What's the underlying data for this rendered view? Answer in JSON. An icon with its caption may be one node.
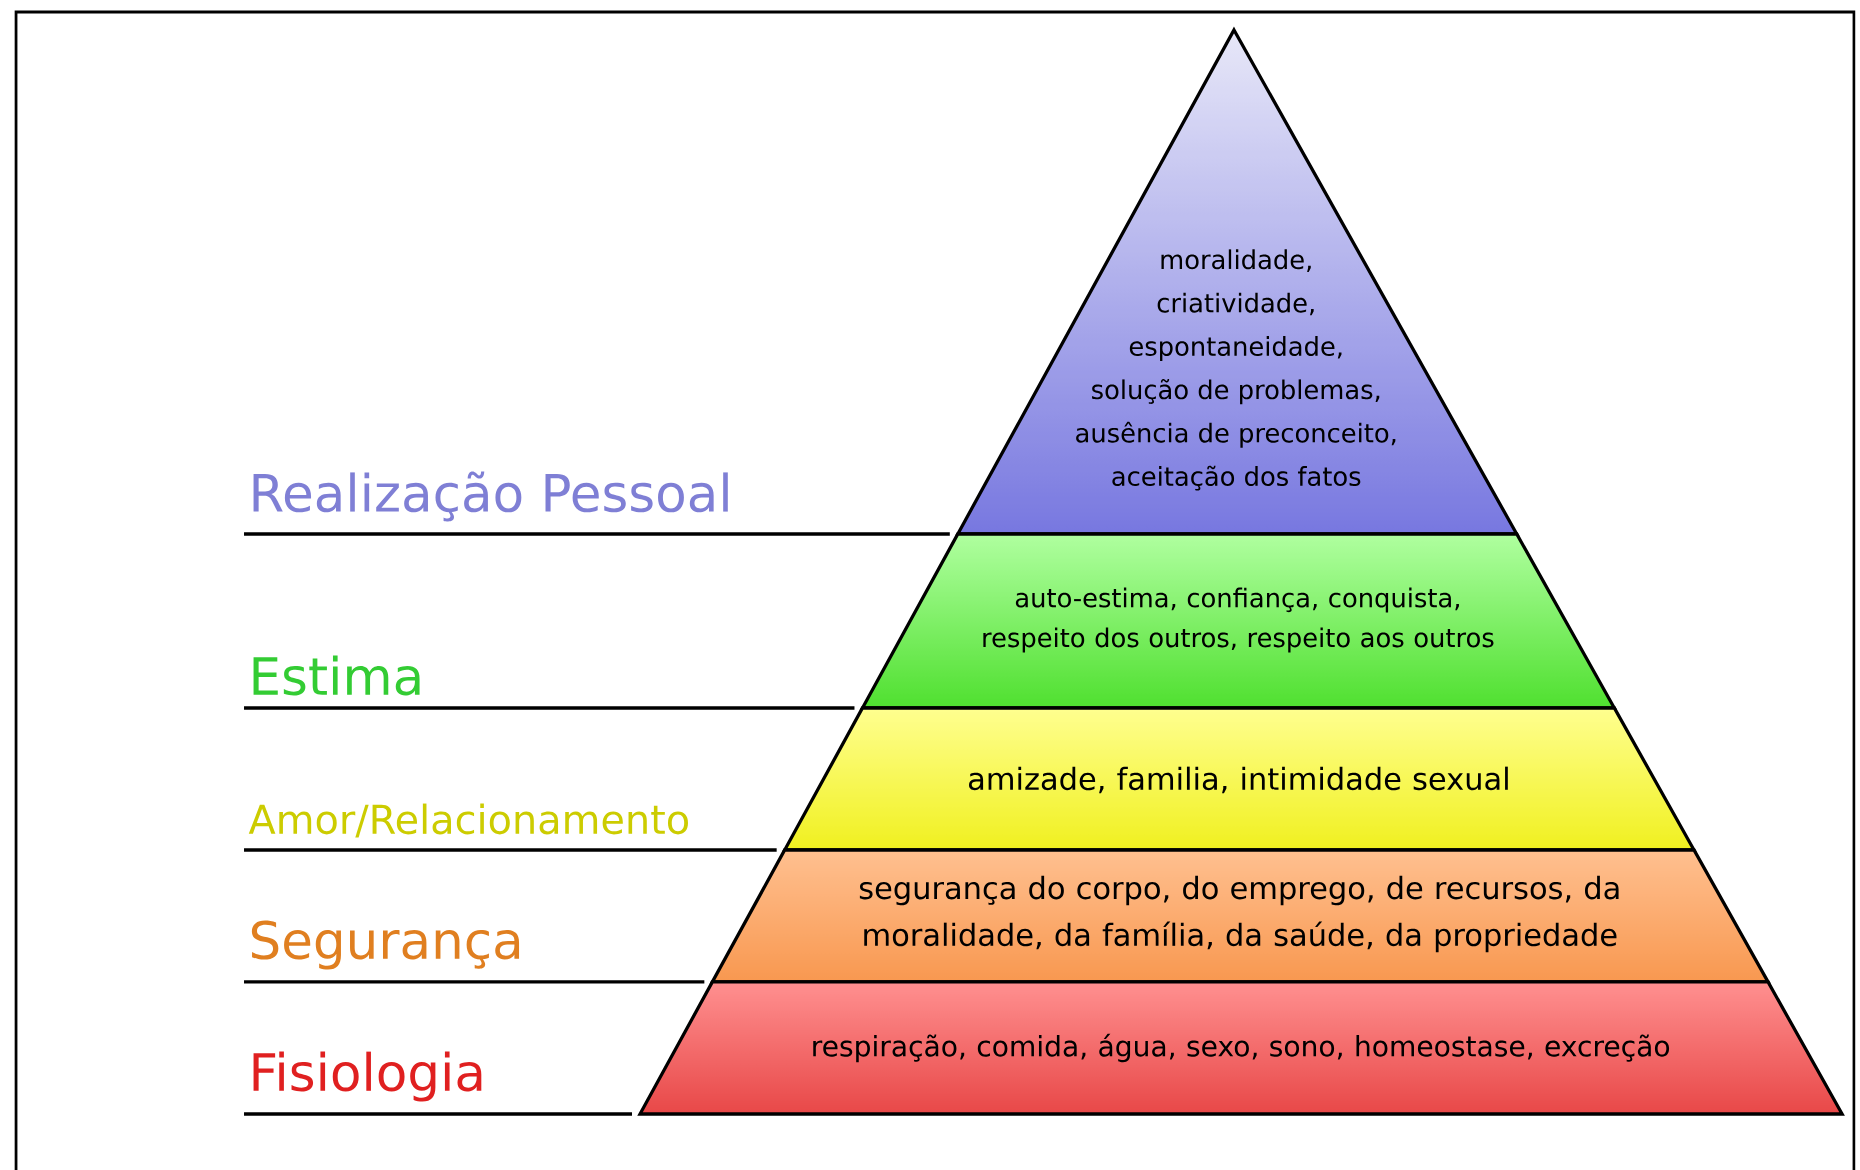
{
  "diagram": {
    "nodes": [
      {
        "text": [
          "Realização Pessoal",
          "moralidade, criatividade, espontaneidade, solução de problemas, ausência de preconceito, aceitação dos fatos"
        ]
      },
      {
        "text": [
          "Estima",
          "auto-estima, confiança, conquista, respeito dos outros, respeito aos outros"
        ]
      },
      {
        "text": [
          "Amor/Relacionamento",
          "amizade, familia, intimidade sexual"
        ]
      },
      {
        "text": [
          "Segurança",
          "segurança do corpo, do emprego, de recursos, da moralidade, da família, da saúde, da propriedade"
        ]
      },
      {
        "text": [
          "Fisiologia",
          "respiração, comida, água, sexo, sono, homeostase, excreção"
        ]
      }
    ]
  }
}
